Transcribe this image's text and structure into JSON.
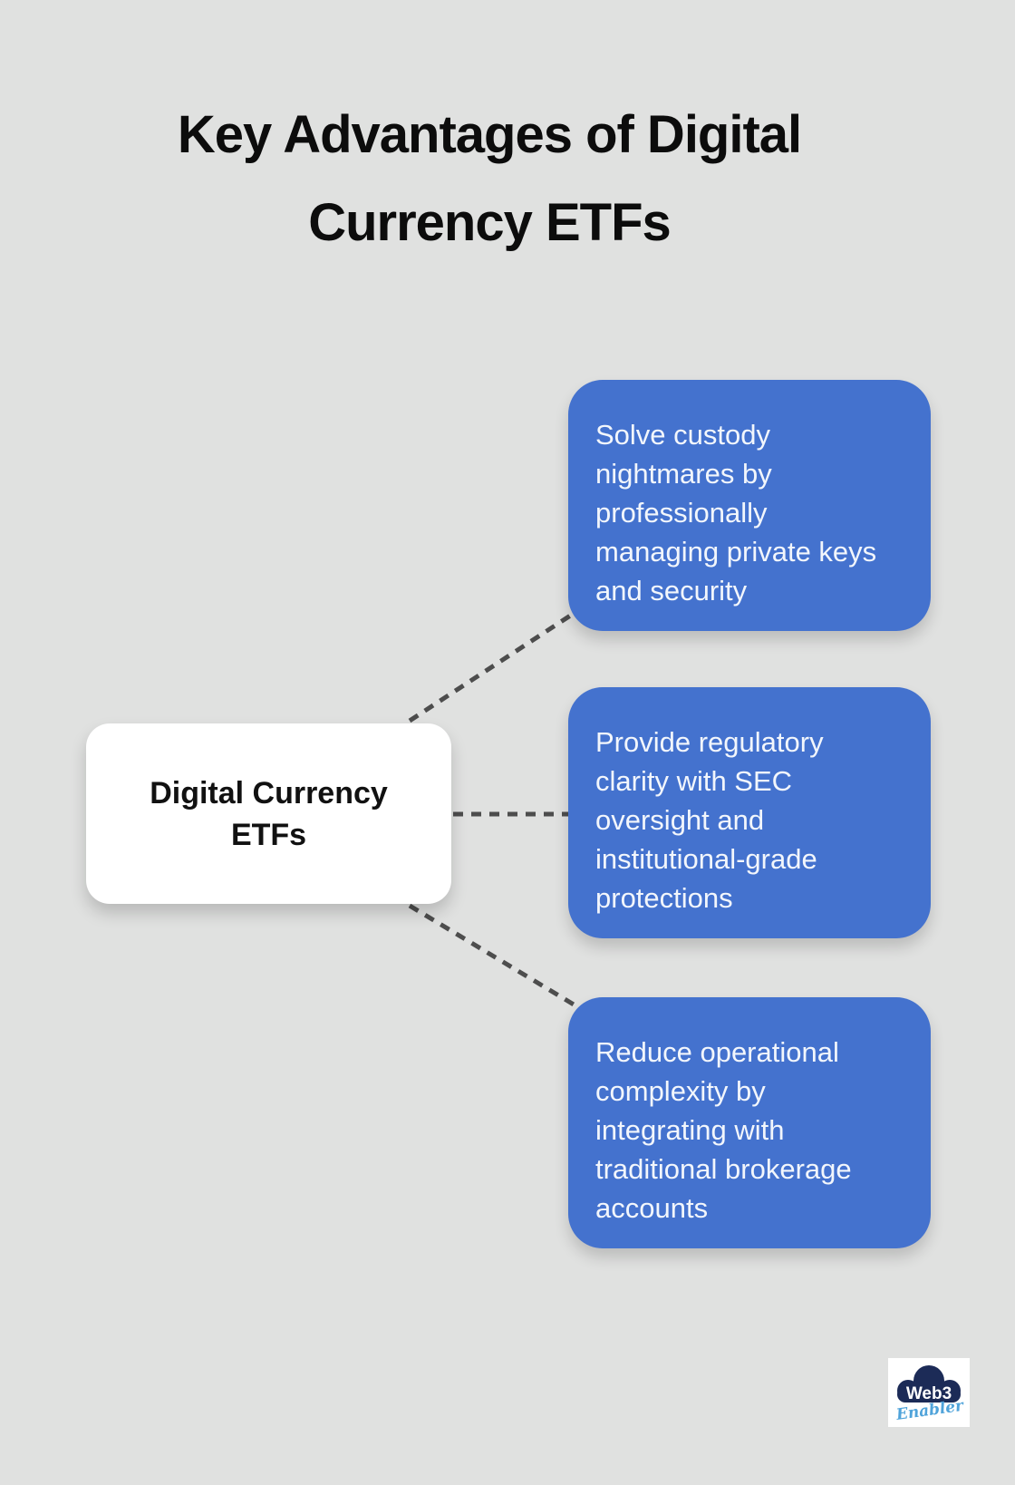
{
  "page": {
    "title": "Key Advantages of Digital\nCurrency ETFs"
  },
  "diagram": {
    "root_node": {
      "label": "Digital Currency\nETFs"
    },
    "advantage_cards": [
      {
        "text": "Solve custody\nnightmares by\nprofessionally\nmanaging private keys\nand security"
      },
      {
        "text": "Provide regulatory\nclarity with SEC\noversight and\ninstitutional-grade\nprotections"
      },
      {
        "text": "Reduce operational\ncomplexity by\nintegrating with\ntraditional brokerage\naccounts"
      }
    ]
  },
  "branding": {
    "logo_primary": "Web3",
    "logo_secondary": "Enabler"
  },
  "colors": {
    "background": "#e0e1e0",
    "card_blue": "#4472ce",
    "card_text": "#f2f6fc",
    "root_node_bg": "#ffffff",
    "root_node_text": "#111111",
    "title_text": "#0c0c0c",
    "connector": "#4d4d4d",
    "logo_navy": "#1c2b57",
    "logo_script_blue": "#4fa3da"
  }
}
